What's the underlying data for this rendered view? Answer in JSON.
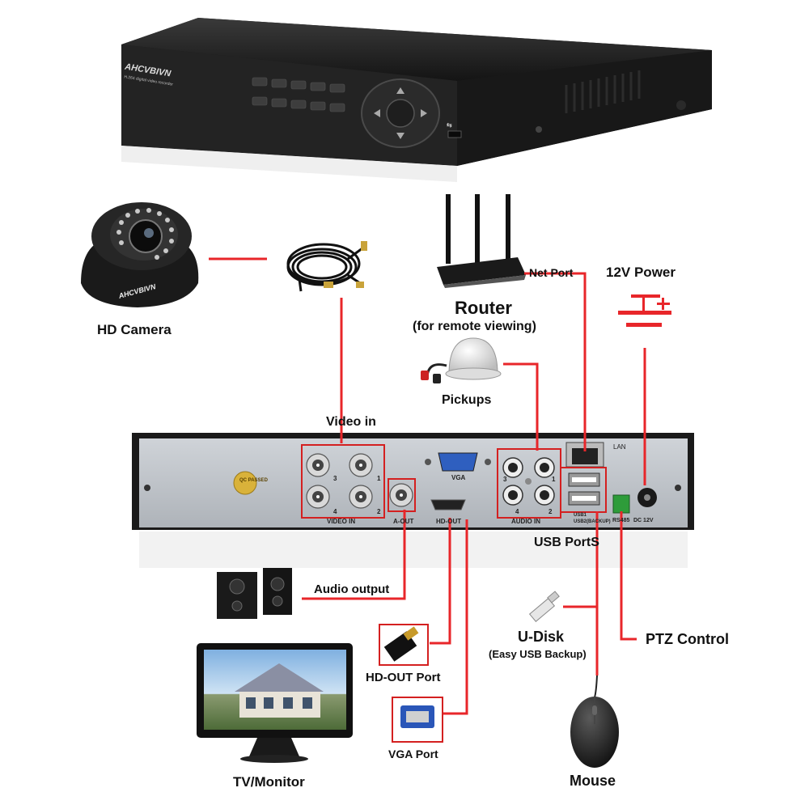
{
  "dvr": {
    "brand": "AHCVBIVN",
    "subtitle": "H.264 digital video recorder",
    "usb_symbol": "⇆"
  },
  "camera": {
    "brand": "AHCVBIVN",
    "label": "HD Camera"
  },
  "router": {
    "title": "Router",
    "subtitle": "(for remote viewing)"
  },
  "labels": {
    "net_port": "Net Port",
    "power": "12V Power",
    "pickups": "Pickups",
    "video_in": "Video in",
    "usb_ports": "USB PortS",
    "audio_output": "Audio output",
    "udisk_title": "U-Disk",
    "udisk_sub": "(Easy USB Backup)",
    "ptz_control": "PTZ Control",
    "hd_out_port": "HD-OUT Port",
    "vga_port": "VGA Port",
    "tv_monitor": "TV/Monitor",
    "mouse": "Mouse"
  },
  "rear_panel": {
    "video_in": "VIDEO IN",
    "a_out": "A-OUT",
    "hd_out": "HD-OUT",
    "vga": "VGA",
    "audio_in": "AUDIO IN",
    "lan": "LAN",
    "usb1": "USB1",
    "usb2": "USB2(BACKUP)",
    "rs485": "RS485",
    "dc12v": "DC 12V",
    "ch3": "3",
    "ch1": "1",
    "ch4": "4",
    "ch2": "2",
    "qc": "QC PASSED"
  },
  "colors": {
    "wire": "#e8262a",
    "box": "#d42020"
  }
}
